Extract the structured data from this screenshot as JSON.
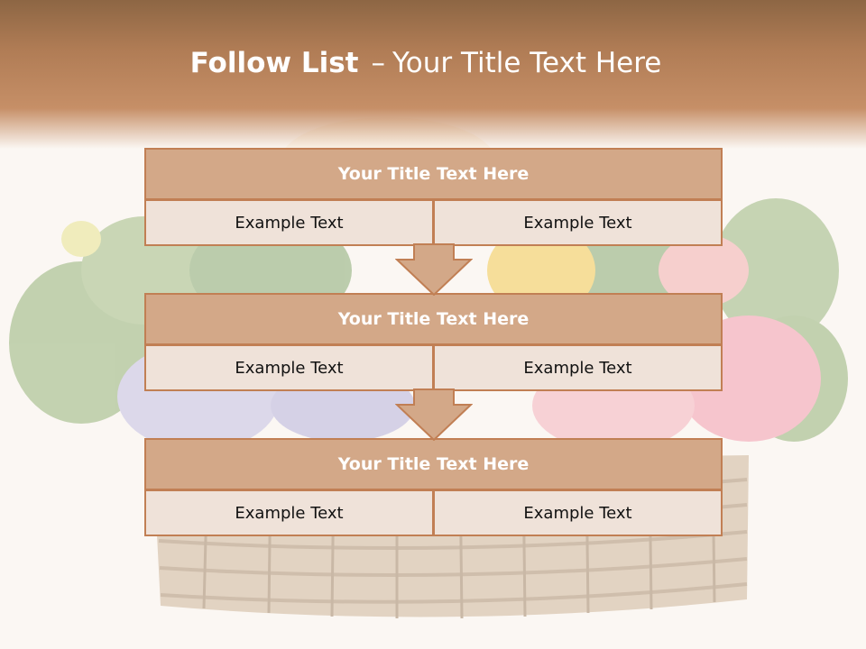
{
  "slide": {
    "title_bold": "Follow List",
    "title_dash": "–",
    "title_rest": "Your Title Text Here"
  },
  "steps": [
    {
      "title": "Your Title Text Here",
      "left": "Example Text",
      "right": "Example Text"
    },
    {
      "title": "Your Title Text Here",
      "left": "Example Text",
      "right": "Example Text"
    },
    {
      "title": "Your Title Text Here",
      "left": "Example Text",
      "right": "Example Text"
    }
  ],
  "colors": {
    "header": "#b07c55",
    "box_title": "#d3a888",
    "box_cell": "#efe2d9",
    "border": "#c17f54"
  }
}
